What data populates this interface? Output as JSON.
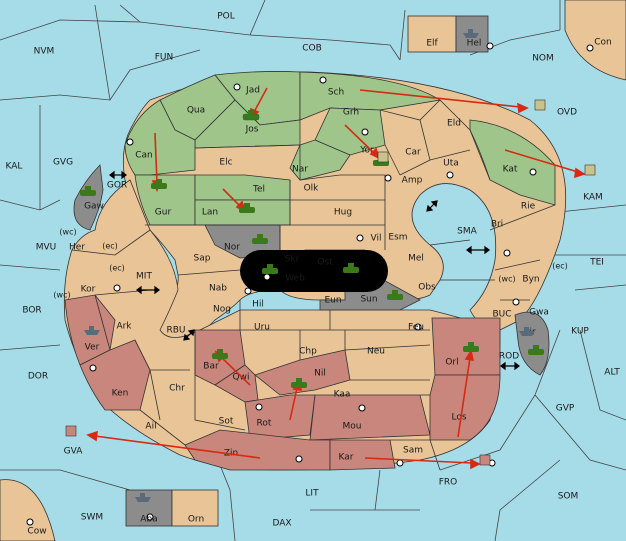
{
  "colors": {
    "sea": "#a6dce8",
    "neutral": "#e8c497",
    "green": "#9fc58a",
    "red": "#c8867c",
    "gray": "#8c8c8c",
    "black": "#000000",
    "arrow": "#d62a12",
    "tank": "#3a7a1a"
  },
  "sea_labels": [
    {
      "id": "POL",
      "label": "POL"
    },
    {
      "id": "NVM",
      "label": "NVM"
    },
    {
      "id": "FUN",
      "label": "FUN"
    },
    {
      "id": "COB",
      "label": "COB"
    },
    {
      "id": "NOM",
      "label": "NOM"
    },
    {
      "id": "OVD",
      "label": "OVD"
    },
    {
      "id": "KAL",
      "label": "KAL"
    },
    {
      "id": "GVG",
      "label": "GVG"
    },
    {
      "id": "GOR",
      "label": "GOR"
    },
    {
      "id": "KAM",
      "label": "KAM"
    },
    {
      "id": "SMA",
      "label": "SMA"
    },
    {
      "id": "TEI",
      "label": "TEI"
    },
    {
      "id": "MVU",
      "label": "MVU"
    },
    {
      "id": "MIT",
      "label": "MIT"
    },
    {
      "id": "BOR",
      "label": "BOR"
    },
    {
      "id": "RBU",
      "label": "RBU"
    },
    {
      "id": "BUC",
      "label": "BUC"
    },
    {
      "id": "KUP",
      "label": "KUP"
    },
    {
      "id": "ROD",
      "label": "ROD"
    },
    {
      "id": "ALT",
      "label": "ALT"
    },
    {
      "id": "DOR",
      "label": "DOR"
    },
    {
      "id": "GVP",
      "label": "GVP"
    },
    {
      "id": "GVA",
      "label": "GVA"
    },
    {
      "id": "FRO",
      "label": "FRO"
    },
    {
      "id": "SOM",
      "label": "SOM"
    },
    {
      "id": "LIT",
      "label": "LIT"
    },
    {
      "id": "SWM",
      "label": "SWM"
    },
    {
      "id": "DAX",
      "label": "DAX"
    },
    {
      "id": "Con",
      "label": "Con"
    },
    {
      "id": "Cow",
      "label": "Cow"
    }
  ],
  "territories": [
    {
      "id": "Jad",
      "label": "Jad",
      "owner": "green"
    },
    {
      "id": "Sch",
      "label": "Sch",
      "owner": "green"
    },
    {
      "id": "Qua",
      "label": "Qua",
      "owner": "green"
    },
    {
      "id": "Jos",
      "label": "Jos",
      "owner": "green"
    },
    {
      "id": "Grh",
      "label": "Grh",
      "owner": "green"
    },
    {
      "id": "Eld",
      "label": "Eld",
      "owner": "neutral"
    },
    {
      "id": "Can",
      "label": "Can",
      "owner": "green"
    },
    {
      "id": "Elc",
      "label": "Elc",
      "owner": "neutral"
    },
    {
      "id": "Nar",
      "label": "Nar",
      "owner": "green"
    },
    {
      "id": "Yor",
      "label": "Yor",
      "owner": "neutral"
    },
    {
      "id": "Car",
      "label": "Car",
      "owner": "neutral"
    },
    {
      "id": "Uta",
      "label": "Uta",
      "owner": "neutral"
    },
    {
      "id": "Kat",
      "label": "Kat",
      "owner": "green"
    },
    {
      "id": "Tel",
      "label": "Tel",
      "owner": "green"
    },
    {
      "id": "Olk",
      "label": "Olk",
      "owner": "neutral"
    },
    {
      "id": "Amp",
      "label": "Amp",
      "owner": "neutral"
    },
    {
      "id": "Gur",
      "label": "Gur",
      "owner": "green"
    },
    {
      "id": "Lan",
      "label": "Lan",
      "owner": "green"
    },
    {
      "id": "Hug",
      "label": "Hug",
      "owner": "neutral"
    },
    {
      "id": "Rie",
      "label": "Rie",
      "owner": "neutral"
    },
    {
      "id": "Gaw",
      "label": "Gaw",
      "owner": "gray"
    },
    {
      "id": "Bri",
      "label": "Bri",
      "owner": "neutral"
    },
    {
      "id": "Nor",
      "label": "Nor",
      "owner": "gray"
    },
    {
      "id": "Vil",
      "label": "Vil",
      "owner": "neutral"
    },
    {
      "id": "Esm",
      "label": "Esm",
      "owner": "neutral"
    },
    {
      "id": "Her",
      "label": "Her",
      "owner": "neutral"
    },
    {
      "id": "Sap",
      "label": "Sap",
      "owner": "neutral"
    },
    {
      "id": "Skr",
      "label": "Skr",
      "owner": "neutral"
    },
    {
      "id": "Ost",
      "label": "Ost",
      "owner": "gray"
    },
    {
      "id": "Mel",
      "label": "Mel",
      "owner": "neutral"
    },
    {
      "id": "Byn",
      "label": "Byn",
      "owner": "neutral"
    },
    {
      "id": "Web",
      "label": "Web",
      "owner": "gray"
    },
    {
      "id": "Kor",
      "label": "Kor",
      "owner": "neutral"
    },
    {
      "id": "Nab",
      "label": "Nab",
      "owner": "neutral"
    },
    {
      "id": "Obs",
      "label": "Obs",
      "owner": "neutral"
    },
    {
      "id": "Eun",
      "label": "Eun",
      "owner": "neutral"
    },
    {
      "id": "Sun",
      "label": "Sun",
      "owner": "gray"
    },
    {
      "id": "Gwa",
      "label": "Gwa",
      "owner": "neutral"
    },
    {
      "id": "Hil",
      "label": "Hil",
      "owner": "neutral"
    },
    {
      "id": "Nog",
      "label": "Nog",
      "owner": "neutral"
    },
    {
      "id": "Pir",
      "label": "Pir",
      "owner": "gray"
    },
    {
      "id": "Ark",
      "label": "Ark",
      "owner": "neutral"
    },
    {
      "id": "Uru",
      "label": "Uru",
      "owner": "neutral"
    },
    {
      "id": "Feu",
      "label": "Feu",
      "owner": "neutral"
    },
    {
      "id": "Ver",
      "label": "Ver",
      "owner": "red"
    },
    {
      "id": "Chp",
      "label": "Chp",
      "owner": "neutral"
    },
    {
      "id": "Neu",
      "label": "Neu",
      "owner": "neutral"
    },
    {
      "id": "Orl",
      "label": "Orl",
      "owner": "red"
    },
    {
      "id": "Bar",
      "label": "Bar",
      "owner": "red"
    },
    {
      "id": "Qwi",
      "label": "Qwi",
      "owner": "red"
    },
    {
      "id": "Nil",
      "label": "Nil",
      "owner": "red"
    },
    {
      "id": "Ken",
      "label": "Ken",
      "owner": "red"
    },
    {
      "id": "Chr",
      "label": "Chr",
      "owner": "neutral"
    },
    {
      "id": "Kaa",
      "label": "Kaa",
      "owner": "neutral"
    },
    {
      "id": "Los",
      "label": "Los",
      "owner": "red"
    },
    {
      "id": "Sot",
      "label": "Sot",
      "owner": "neutral"
    },
    {
      "id": "Rot",
      "label": "Rot",
      "owner": "red"
    },
    {
      "id": "Mou",
      "label": "Mou",
      "owner": "red"
    },
    {
      "id": "Ail",
      "label": "Ail",
      "owner": "neutral"
    },
    {
      "id": "Zin",
      "label": "Zin",
      "owner": "red"
    },
    {
      "id": "Kar",
      "label": "Kar",
      "owner": "red"
    },
    {
      "id": "Sam",
      "label": "Sam",
      "owner": "neutral"
    },
    {
      "id": "Elf",
      "label": "Elf",
      "owner": "neutral"
    },
    {
      "id": "Hel",
      "label": "Hel",
      "owner": "gray"
    },
    {
      "id": "Aba",
      "label": "Aba",
      "owner": "gray"
    },
    {
      "id": "Orn",
      "label": "Orn",
      "owner": "neutral"
    }
  ],
  "coast_marks": [
    "(wc)",
    "(ec)",
    "(ec)",
    "(wc)",
    "(wc)",
    "(ec)"
  ]
}
